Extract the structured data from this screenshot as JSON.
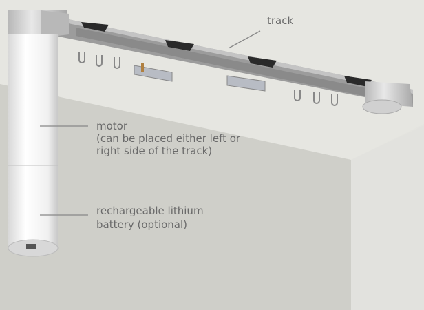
{
  "labels": {
    "track": "track",
    "motor": "motor",
    "motor_note_1": "(can be placed either left or",
    "motor_note_2": "right side of the track)",
    "battery_1": "rechargeable lithium",
    "battery_2": "battery (optional)"
  }
}
